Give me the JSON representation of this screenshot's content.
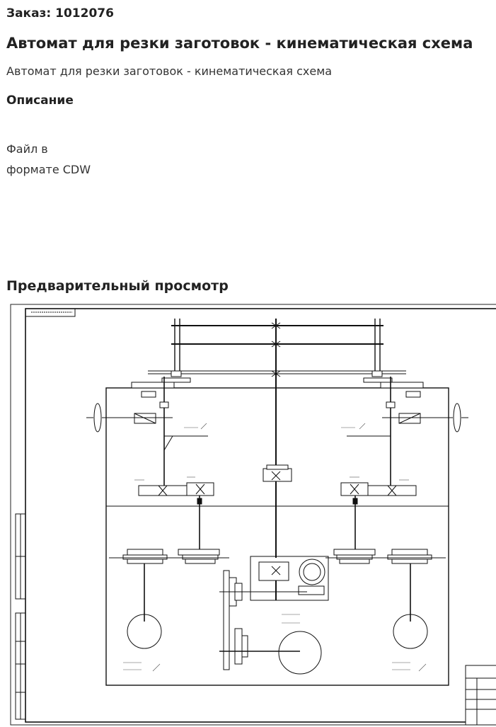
{
  "order": {
    "label": "Заказ: 1012076"
  },
  "product": {
    "title": "Автомат для резки заготовок - кинематическая схема",
    "subtitle": "Автомат для резки заготовок - кинематическая схема"
  },
  "description": {
    "heading": "Описание",
    "line1": "Файл в",
    "line2": "формате CDW"
  },
  "preview": {
    "heading": "Предварительный просмотр",
    "image": "kinematic-scheme-drawing"
  }
}
